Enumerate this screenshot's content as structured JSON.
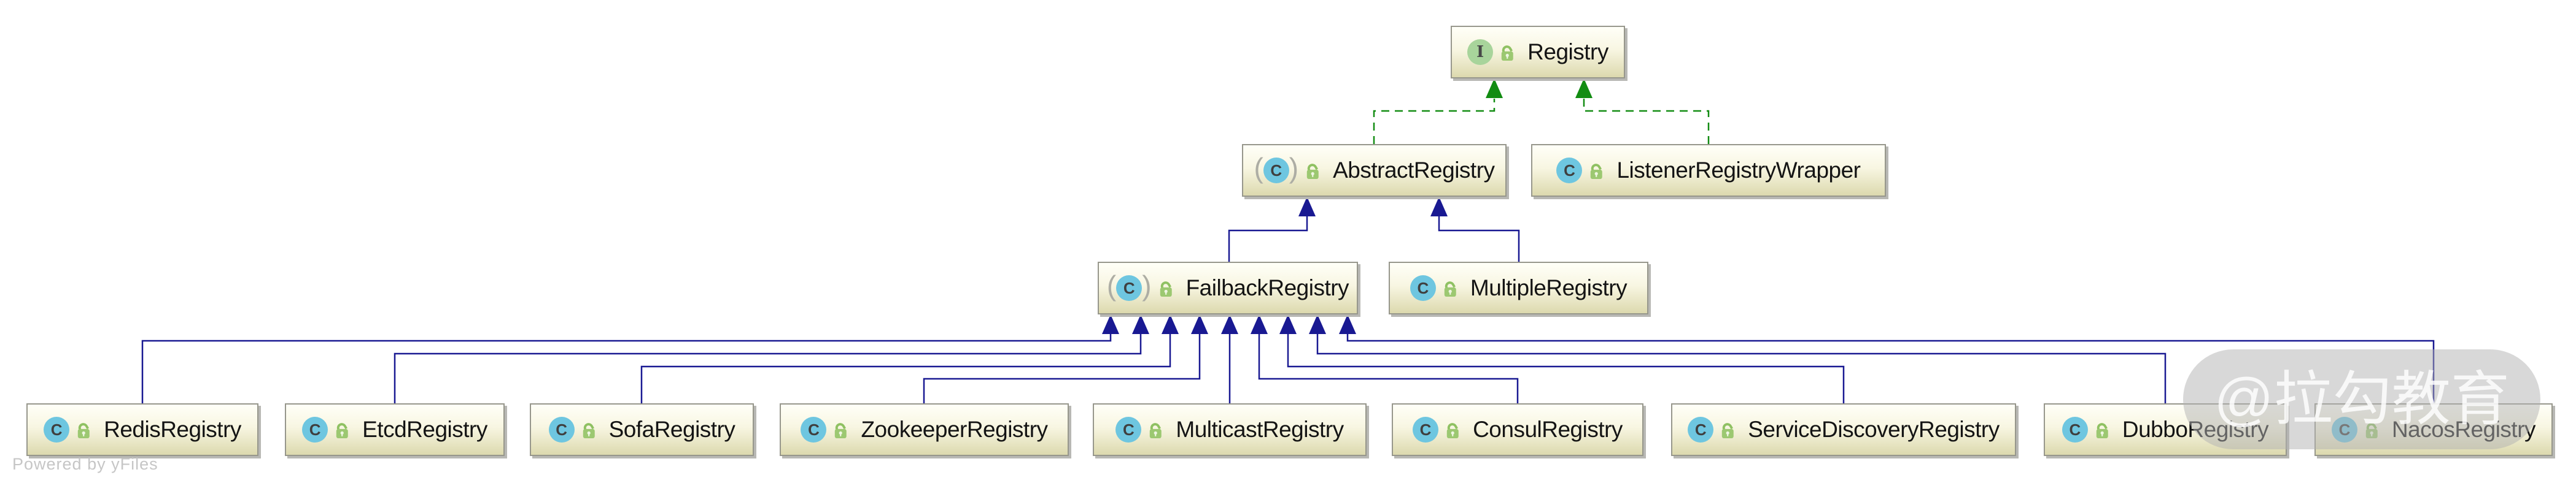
{
  "diagram": {
    "type": "uml-class-hierarchy",
    "subject": "Dubbo Registry class hierarchy"
  },
  "icons": {
    "interface_letter": "I",
    "class_letter": "C",
    "paren_open": "(",
    "paren_close": ")",
    "lock_meaning": "public-open-lock-icon"
  },
  "colors": {
    "extends_edge": "#191992",
    "implements_edge": "#128c12",
    "node_fill_top": "#fffff8",
    "node_fill_bottom": "#dcd9ae",
    "node_border": "#97978c",
    "interface_icon_bg": "#a8d49b",
    "class_icon_bg": "#6ec6e0",
    "lock_green": "#8fc162",
    "watermark_bg": "rgba(178,178,178,0.5)",
    "watermark_text_color": "rgba(255,255,255,0.82)",
    "footer_text_color": "#c6c6c6"
  },
  "nodes": {
    "registry": {
      "label": "Registry",
      "kind": "interface",
      "visibility": "public"
    },
    "abstract_registry": {
      "label": "AbstractRegistry",
      "kind": "abstract-class",
      "visibility": "public"
    },
    "listener_registry_wrapper": {
      "label": "ListenerRegistryWrapper",
      "kind": "class",
      "visibility": "public"
    },
    "failback_registry": {
      "label": "FailbackRegistry",
      "kind": "abstract-class",
      "visibility": "public"
    },
    "multiple_registry": {
      "label": "MultipleRegistry",
      "kind": "class",
      "visibility": "public"
    },
    "redis_registry": {
      "label": "RedisRegistry",
      "kind": "class",
      "visibility": "public"
    },
    "etcd_registry": {
      "label": "EtcdRegistry",
      "kind": "class",
      "visibility": "public"
    },
    "sofa_registry": {
      "label": "SofaRegistry",
      "kind": "class",
      "visibility": "public"
    },
    "zookeeper_registry": {
      "label": "ZookeeperRegistry",
      "kind": "class",
      "visibility": "public"
    },
    "multicast_registry": {
      "label": "MulticastRegistry",
      "kind": "class",
      "visibility": "public"
    },
    "consul_registry": {
      "label": "ConsulRegistry",
      "kind": "class",
      "visibility": "public"
    },
    "service_discovery_registry": {
      "label": "ServiceDiscoveryRegistry",
      "kind": "class",
      "visibility": "public"
    },
    "dubbo_registry": {
      "label": "DubboRegistry",
      "kind": "class",
      "visibility": "public"
    },
    "nacos_registry": {
      "label": "NacosRegistry",
      "kind": "class",
      "visibility": "public"
    }
  },
  "edges": [
    {
      "from": "AbstractRegistry",
      "to": "Registry",
      "relation": "implements"
    },
    {
      "from": "ListenerRegistryWrapper",
      "to": "Registry",
      "relation": "implements"
    },
    {
      "from": "FailbackRegistry",
      "to": "AbstractRegistry",
      "relation": "extends"
    },
    {
      "from": "MultipleRegistry",
      "to": "AbstractRegistry",
      "relation": "extends"
    },
    {
      "from": "RedisRegistry",
      "to": "FailbackRegistry",
      "relation": "extends"
    },
    {
      "from": "EtcdRegistry",
      "to": "FailbackRegistry",
      "relation": "extends"
    },
    {
      "from": "SofaRegistry",
      "to": "FailbackRegistry",
      "relation": "extends"
    },
    {
      "from": "ZookeeperRegistry",
      "to": "FailbackRegistry",
      "relation": "extends"
    },
    {
      "from": "MulticastRegistry",
      "to": "FailbackRegistry",
      "relation": "extends"
    },
    {
      "from": "ConsulRegistry",
      "to": "FailbackRegistry",
      "relation": "extends"
    },
    {
      "from": "ServiceDiscoveryRegistry",
      "to": "FailbackRegistry",
      "relation": "extends"
    },
    {
      "from": "DubboRegistry",
      "to": "FailbackRegistry",
      "relation": "extends"
    },
    {
      "from": "NacosRegistry",
      "to": "FailbackRegistry",
      "relation": "extends"
    }
  ],
  "watermark": {
    "text": "@拉勾教育"
  },
  "footer": {
    "powered_by": "Powered by yFiles"
  }
}
